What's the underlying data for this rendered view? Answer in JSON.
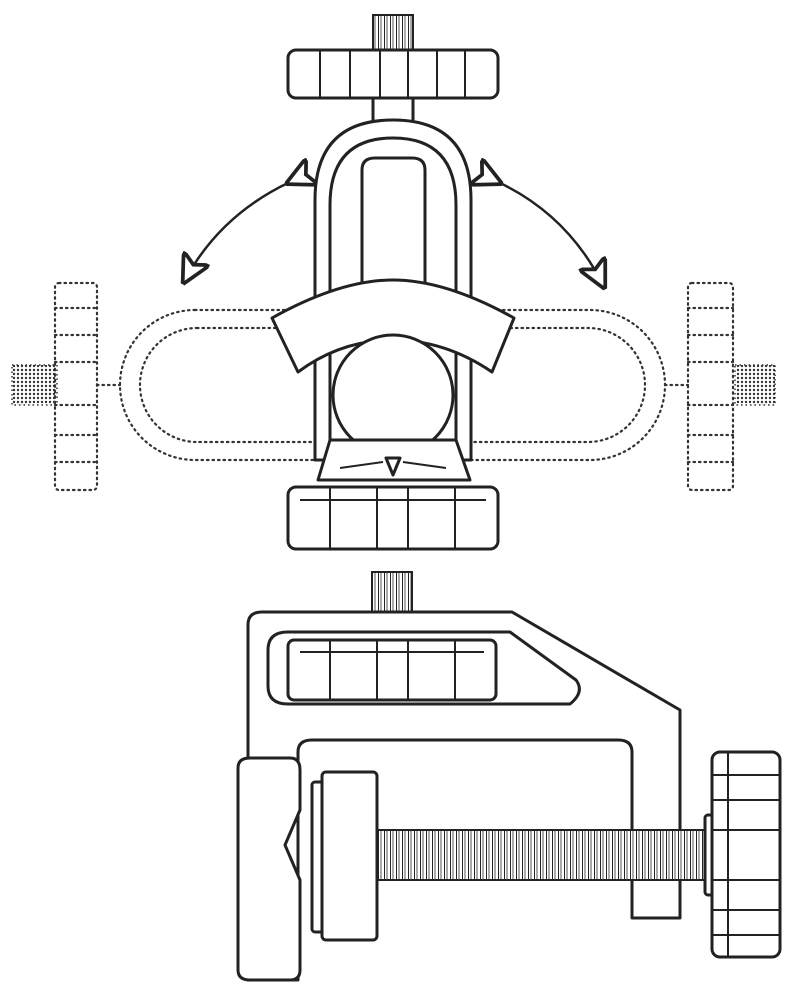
{
  "figure": {
    "colors": {
      "ink": "#222222",
      "background": "#ffffff"
    },
    "parts": [
      "top-thumb-nut",
      "top-thread-stud",
      "ball-joint-head",
      "left-rotation-arrow",
      "right-rotation-arrow",
      "dotted-rotated-position-left",
      "dotted-rotated-position-right",
      "bottom-lock-nut",
      "clamp-thread-stud",
      "c-clamp-body",
      "clamp-slot-nut",
      "clamp-jaw-pad",
      "clamp-screw",
      "clamp-screw-knob"
    ]
  }
}
